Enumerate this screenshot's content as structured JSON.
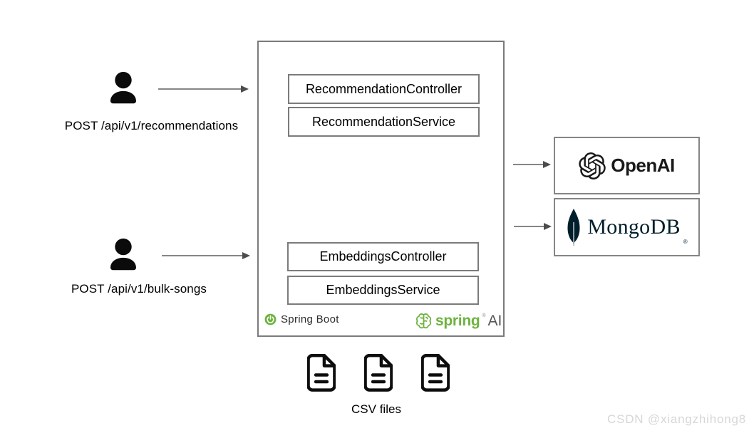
{
  "actors": [
    {
      "label": "POST /api/v1/recommendations"
    },
    {
      "label": "POST /api/v1/bulk-songs"
    }
  ],
  "app": {
    "components": [
      "RecommendationController",
      "RecommendationService",
      "EmbeddingsController",
      "EmbeddingsService"
    ],
    "spring_boot": {
      "label": "Spring Boot"
    },
    "spring_ai": {
      "word": "spring",
      "mark": "®",
      "suffix": "AI"
    }
  },
  "external_services": [
    {
      "name": "OpenAI"
    },
    {
      "name": "MongoDB",
      "trademark": "®"
    }
  ],
  "files": {
    "label": "CSV files"
  },
  "watermark": "CSDN @xiangzhihong8",
  "colors": {
    "spring_green": "#6DB33F",
    "mongodb_dark": "#001E2B",
    "openai_black": "#191919",
    "box_border_gray": "#7b7b7b",
    "arrow_gray": "#5f5f5f",
    "watermark_gray": "#d7d7d7"
  }
}
